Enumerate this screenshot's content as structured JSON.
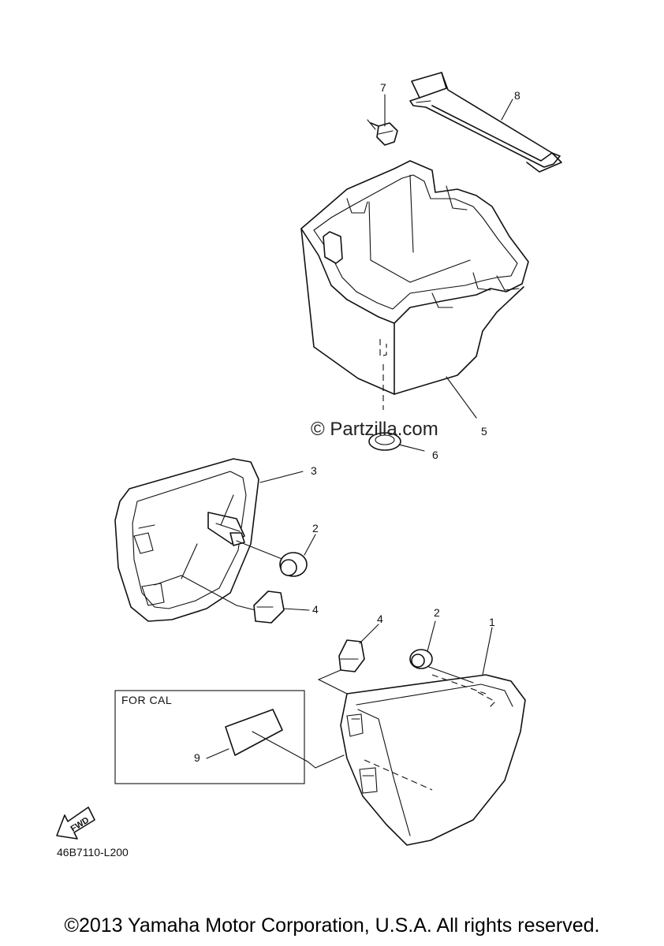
{
  "callouts": {
    "p1": "1",
    "p2a": "2",
    "p2b": "2",
    "p3": "3",
    "p4a": "4",
    "p4b": "4",
    "p5": "5",
    "p6": "6",
    "p7": "7",
    "p8": "8",
    "p9": "9"
  },
  "watermark": "© Partzilla.com",
  "inset_label": "FOR CAL",
  "fwd_label": "FWD",
  "diagram_code": "46B7110-L200",
  "copyright": "©2013 Yamaha Motor Corporation, U.S.A. All rights reserved."
}
